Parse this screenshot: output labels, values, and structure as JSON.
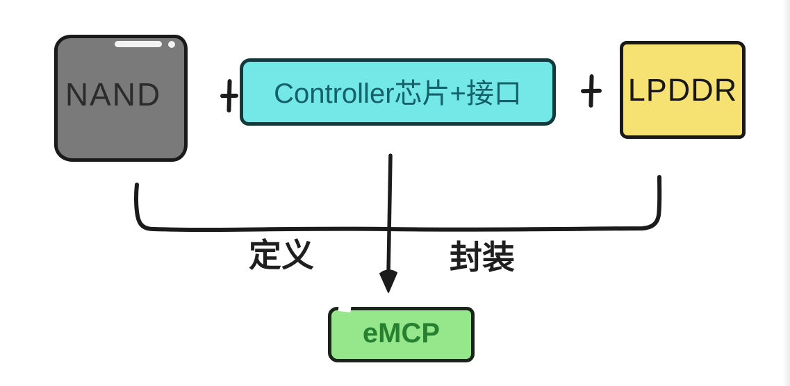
{
  "canvas": {
    "background": "#ffffff"
  },
  "diagram": {
    "nand": {
      "label": "NAND",
      "fill": "#7a7a7a",
      "border": "#1a1a1a",
      "text": "#2b2b2b"
    },
    "plus_left": "+",
    "controller": {
      "label": "Controller芯片+接口",
      "fill": "#74e7e7",
      "border": "#123a3d",
      "text": "#156169"
    },
    "plus_right": "+",
    "lpddr": {
      "label": "LPDDR",
      "fill": "#f6e273",
      "border": "#191919",
      "text": "#181818"
    },
    "brace_labels": {
      "left": "定义",
      "right": "封装"
    },
    "result": {
      "label": "eMCP",
      "fill": "#96e78c",
      "border": "#1b241b",
      "text": "#27802f"
    },
    "connector": {
      "color": "#1b1b1b"
    }
  }
}
